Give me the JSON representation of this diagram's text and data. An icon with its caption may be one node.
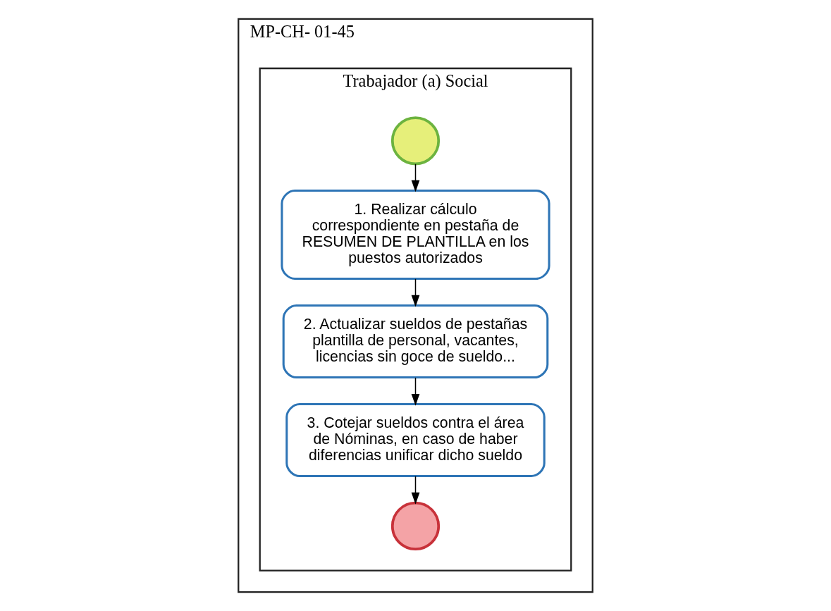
{
  "diagram": {
    "nodes": [
      {
        "text": [
          "MP-CH- 01-45"
        ]
      },
      {
        "text": [
          "Trabajador (a) Social"
        ],
        "in": 0
      },
      {
        "text": [],
        "shape": "circle",
        "in": 1
      },
      {
        "text": [
          "1. Realizar cálculo correspondiente en pestaña de RESUMEN DE PLANTILLA en los puestos autorizados"
        ],
        "in": 1
      },
      {
        "text": [
          "2. Actualizar sueldos de pestañas plantilla de personal, vacantes, licencias sin goce de sueldo..."
        ],
        "in": 1
      },
      {
        "text": [
          "3. Cotejar sueldos contra el área de Nóminas, en caso de haber diferencias unificar dicho sueldo"
        ],
        "in": 1
      },
      {
        "text": [],
        "shape": "circle",
        "in": 1
      }
    ],
    "edges": [
      {
        "from": 2,
        "to": 3,
        "arrow": "to"
      },
      {
        "from": 3,
        "to": 4,
        "arrow": "to"
      },
      {
        "from": 4,
        "to": 5,
        "arrow": "to"
      },
      {
        "from": 5,
        "to": 6,
        "arrow": "to"
      }
    ]
  }
}
